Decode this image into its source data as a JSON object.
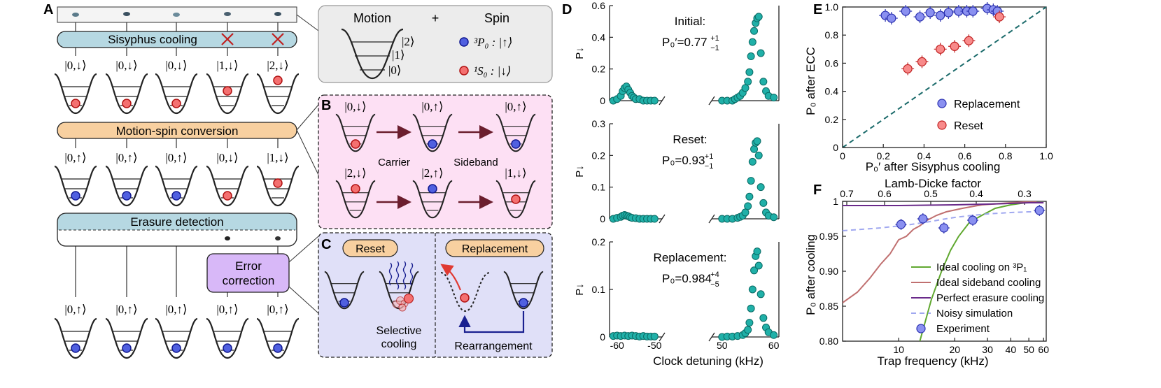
{
  "panels": {
    "A": "A",
    "B": "B",
    "C": "C",
    "D": "D",
    "E": "E",
    "F": "F"
  },
  "panelA": {
    "sisyphus": "Sisyphus cooling",
    "conversion": "Motion-spin conversion",
    "erasure": "Erasure detection",
    "errcorr": [
      "Error",
      "correction"
    ],
    "row1": [
      "|0,↓⟩",
      "|0,↓⟩",
      "|0,↓⟩",
      "|1,↓⟩",
      "|2,↓⟩"
    ],
    "row2": [
      "|0,↑⟩",
      "|0,↑⟩",
      "|0,↑⟩",
      "|0,↓⟩",
      "|1,↓⟩"
    ],
    "row3": [
      "|0,↑⟩",
      "|0,↑⟩",
      "|0,↑⟩",
      "|0,↑⟩",
      "|0,↑⟩"
    ]
  },
  "inset": {
    "motion": "Motion",
    "plus": "+",
    "spin": "Spin",
    "levels": [
      "|2⟩",
      "|1⟩",
      "|0⟩"
    ],
    "up_label": "³P₀ : |↑⟩",
    "down_label": "¹S₀ : |↓⟩"
  },
  "panelB": {
    "top": [
      "|0,↓⟩",
      "|0,↑⟩",
      "|0,↑⟩"
    ],
    "bottom": [
      "|2,↓⟩",
      "|2,↑⟩",
      "|1,↓⟩"
    ],
    "carrier": "Carrier",
    "sideband": "Sideband"
  },
  "panelC": {
    "reset": "Reset",
    "replacement": "Replacement",
    "selective": [
      "Selective",
      "cooling"
    ],
    "rearrangement": "Rearrangement"
  },
  "colors": {
    "blue": "#3048d0",
    "red": "#e03a32",
    "teal": "#20b0a8",
    "sisyphusFill": "#b6d8e2",
    "conversionFill": "#f8d0a0",
    "erasureFill": "#b6d8e2",
    "ecFill": "#c8a0f0",
    "pinkBox": "#fde0f4",
    "purpleBox": "#e0e0f8",
    "grayBox": "#ececec"
  },
  "panelD": {
    "ylabel": "P↓",
    "xlabel": "Clock detuning (kHz)",
    "xticks_left": [
      "-60",
      "-50"
    ],
    "xticks_right": [
      "50",
      "60"
    ],
    "subplots": [
      {
        "title": "Initial:",
        "value": "P₀′=0.77",
        "sup": "+1",
        "sub": "−1",
        "yticks": [
          "0",
          "0.2",
          "0.4",
          "0.6"
        ],
        "ymax": 0.6
      },
      {
        "title": "Reset:",
        "value": "P₀=0.93",
        "sup": "+1",
        "sub": "−1",
        "yticks": [
          "0",
          "0.1",
          "0.2",
          "0.3"
        ],
        "ymax": 0.3
      },
      {
        "title": "Replacement:",
        "value": "P₀=0.984",
        "sup": "+4",
        "sub": "−5",
        "yticks": [
          "0",
          "0.1",
          "0.2"
        ],
        "ymax": 0.2
      }
    ]
  },
  "panelE": {
    "xlabel": "P₀′ after Sisyphus cooling",
    "ylabel": "P₀ after ECC",
    "xticks": [
      "0",
      "0.2",
      "0.4",
      "0.6",
      "0.8",
      "1.0"
    ],
    "yticks": [
      "0",
      "0.2",
      "0.4",
      "0.6",
      "0.8",
      "1.0"
    ],
    "legend": [
      "Replacement",
      "Reset"
    ]
  },
  "panelF": {
    "xlabel": "Trap frequency (kHz)",
    "toplabel": "Lamb-Dicke factor",
    "ylabel": "P₀ after cooling",
    "xticks": [
      "10",
      "20",
      "30",
      "40",
      "50",
      "60"
    ],
    "topticks": [
      "0.7",
      "0.6",
      "0.5",
      "0.4",
      "0.3"
    ],
    "yticks": [
      "0.80",
      "0.85",
      "0.90",
      "0.95",
      "1"
    ],
    "legend": [
      "Ideal cooling on ³P₁",
      "Ideal sideband cooling",
      "Perfect erasure cooling",
      "Noisy simulation",
      "Experiment"
    ]
  },
  "chart_data": [
    {
      "type": "scatter",
      "title": "Initial:",
      "xlabel": "Clock detuning (kHz)",
      "ylabel": "P↓",
      "ylim": [
        0,
        0.6
      ],
      "series": [
        {
          "x": [
            -61,
            -60,
            -59,
            -58.5,
            -58,
            -57.5,
            -57,
            -56.5,
            -56,
            -55.5,
            -55,
            -54,
            -53,
            -52,
            -51,
            -50,
            50,
            51,
            52,
            52.5,
            53,
            53.5,
            54,
            54.5,
            55,
            55.3,
            55.6,
            55.9,
            56.2,
            56.5,
            56.8,
            57.1,
            57.5,
            58,
            58.5,
            59,
            60
          ],
          "y": [
            0.0,
            0.01,
            0.03,
            0.06,
            0.08,
            0.09,
            0.07,
            0.05,
            0.03,
            0.02,
            0.01,
            0.01,
            0.0,
            0.0,
            0.0,
            0.0,
            0.0,
            0.0,
            0.0,
            0.01,
            0.02,
            0.03,
            0.05,
            0.08,
            0.12,
            0.18,
            0.28,
            0.37,
            0.44,
            0.49,
            0.52,
            0.53,
            0.3,
            0.12,
            0.06,
            0.03,
            0.02
          ]
        }
      ]
    },
    {
      "type": "scatter",
      "title": "Reset:",
      "xlabel": "Clock detuning (kHz)",
      "ylabel": "P↓",
      "ylim": [
        0,
        0.3
      ],
      "series": [
        {
          "x": [
            -61,
            -60,
            -59,
            -58.5,
            -58,
            -57.5,
            -57,
            -56.5,
            -56,
            -55,
            -54,
            -53,
            -52,
            -51,
            -50,
            50,
            51,
            52,
            53,
            53.5,
            54,
            54.5,
            55,
            55.3,
            55.6,
            55.9,
            56.2,
            56.5,
            56.8,
            57.1,
            57.5,
            58,
            58.5,
            59,
            60
          ],
          "y": [
            0.0,
            0.003,
            0.006,
            0.01,
            0.012,
            0.01,
            0.008,
            0.005,
            0.003,
            0.002,
            0.0,
            0.0,
            0.0,
            0.0,
            0.0,
            0.0,
            0.0,
            0.0,
            0.003,
            0.006,
            0.01,
            0.02,
            0.04,
            0.07,
            0.12,
            0.18,
            0.22,
            0.24,
            0.245,
            0.2,
            0.1,
            0.05,
            0.02,
            0.01,
            0.005
          ]
        }
      ]
    },
    {
      "type": "scatter",
      "title": "Replacement:",
      "xlabel": "Clock detuning (kHz)",
      "ylabel": "P↓",
      "ylim": [
        0,
        0.2
      ],
      "series": [
        {
          "x": [
            -61,
            -60,
            -59,
            -58,
            -57,
            -56,
            -55,
            -54,
            -53,
            -52,
            -51,
            -50,
            50,
            51,
            52,
            53,
            54,
            54.5,
            55,
            55.3,
            55.6,
            55.9,
            56.2,
            56.5,
            56.8,
            57.1,
            57.5,
            58,
            58.5,
            59,
            60
          ],
          "y": [
            0.002,
            0.003,
            0.002,
            0.003,
            0.002,
            0.003,
            0.002,
            0.001,
            0.002,
            0.001,
            0.001,
            0.001,
            0.0,
            0.001,
            0.001,
            0.002,
            0.004,
            0.008,
            0.015,
            0.03,
            0.06,
            0.1,
            0.14,
            0.17,
            0.18,
            0.15,
            0.09,
            0.04,
            0.02,
            0.01,
            0.004
          ]
        }
      ]
    },
    {
      "type": "scatter",
      "title": "",
      "xlabel": "P₀′ after Sisyphus cooling",
      "ylabel": "P₀ after ECC",
      "xlim": [
        0,
        1.0
      ],
      "ylim": [
        0,
        1.0
      ],
      "series": [
        {
          "name": "Replacement",
          "x": [
            0.21,
            0.24,
            0.31,
            0.38,
            0.43,
            0.48,
            0.52,
            0.57,
            0.61,
            0.64,
            0.71,
            0.74,
            0.76
          ],
          "y": [
            0.94,
            0.92,
            0.97,
            0.93,
            0.96,
            0.94,
            0.96,
            0.97,
            0.97,
            0.97,
            0.99,
            0.98,
            0.97
          ]
        },
        {
          "name": "Reset",
          "x": [
            0.32,
            0.39,
            0.48,
            0.55,
            0.62,
            0.77
          ],
          "y": [
            0.56,
            0.61,
            0.7,
            0.72,
            0.76,
            0.93
          ]
        }
      ]
    },
    {
      "type": "line",
      "title": "",
      "xlabel": "Trap frequency (kHz)",
      "ylabel": "P₀ after cooling",
      "xlim": [
        5,
        60
      ],
      "ylim": [
        0.8,
        1.0
      ],
      "series": [
        {
          "name": "Ideal cooling on ³P₁",
          "x": [
            13,
            15,
            17,
            19,
            21,
            24,
            28,
            33,
            40,
            48,
            55
          ],
          "y": [
            0.8,
            0.86,
            0.9,
            0.93,
            0.95,
            0.97,
            0.98,
            0.99,
            0.995,
            0.998,
            0.999
          ]
        },
        {
          "name": "Ideal sideband cooling",
          "x": [
            5,
            6,
            7,
            8,
            9,
            10,
            11,
            12,
            13,
            14,
            16,
            18,
            22,
            28,
            40,
            55
          ],
          "y": [
            0.855,
            0.87,
            0.89,
            0.91,
            0.925,
            0.945,
            0.95,
            0.96,
            0.965,
            0.972,
            0.98,
            0.985,
            0.99,
            0.995,
            0.998,
            1.0
          ]
        },
        {
          "name": "Perfect erasure cooling",
          "x": [
            5,
            10,
            20,
            30,
            40,
            50,
            60
          ],
          "y": [
            0.994,
            0.994,
            0.995,
            0.996,
            0.997,
            0.998,
            0.998
          ]
        },
        {
          "name": "Noisy simulation",
          "x": [
            5,
            8,
            11,
            14,
            17,
            20,
            25,
            30,
            40,
            50,
            58
          ],
          "y": [
            0.958,
            0.962,
            0.966,
            0.97,
            0.974,
            0.977,
            0.98,
            0.982,
            0.984,
            0.985,
            0.985
          ]
        },
        {
          "name": "Experiment",
          "x": [
            10.3,
            13.5,
            17.5,
            25,
            57
          ],
          "y": [
            0.967,
            0.975,
            0.962,
            0.973,
            0.987
          ]
        }
      ]
    }
  ]
}
